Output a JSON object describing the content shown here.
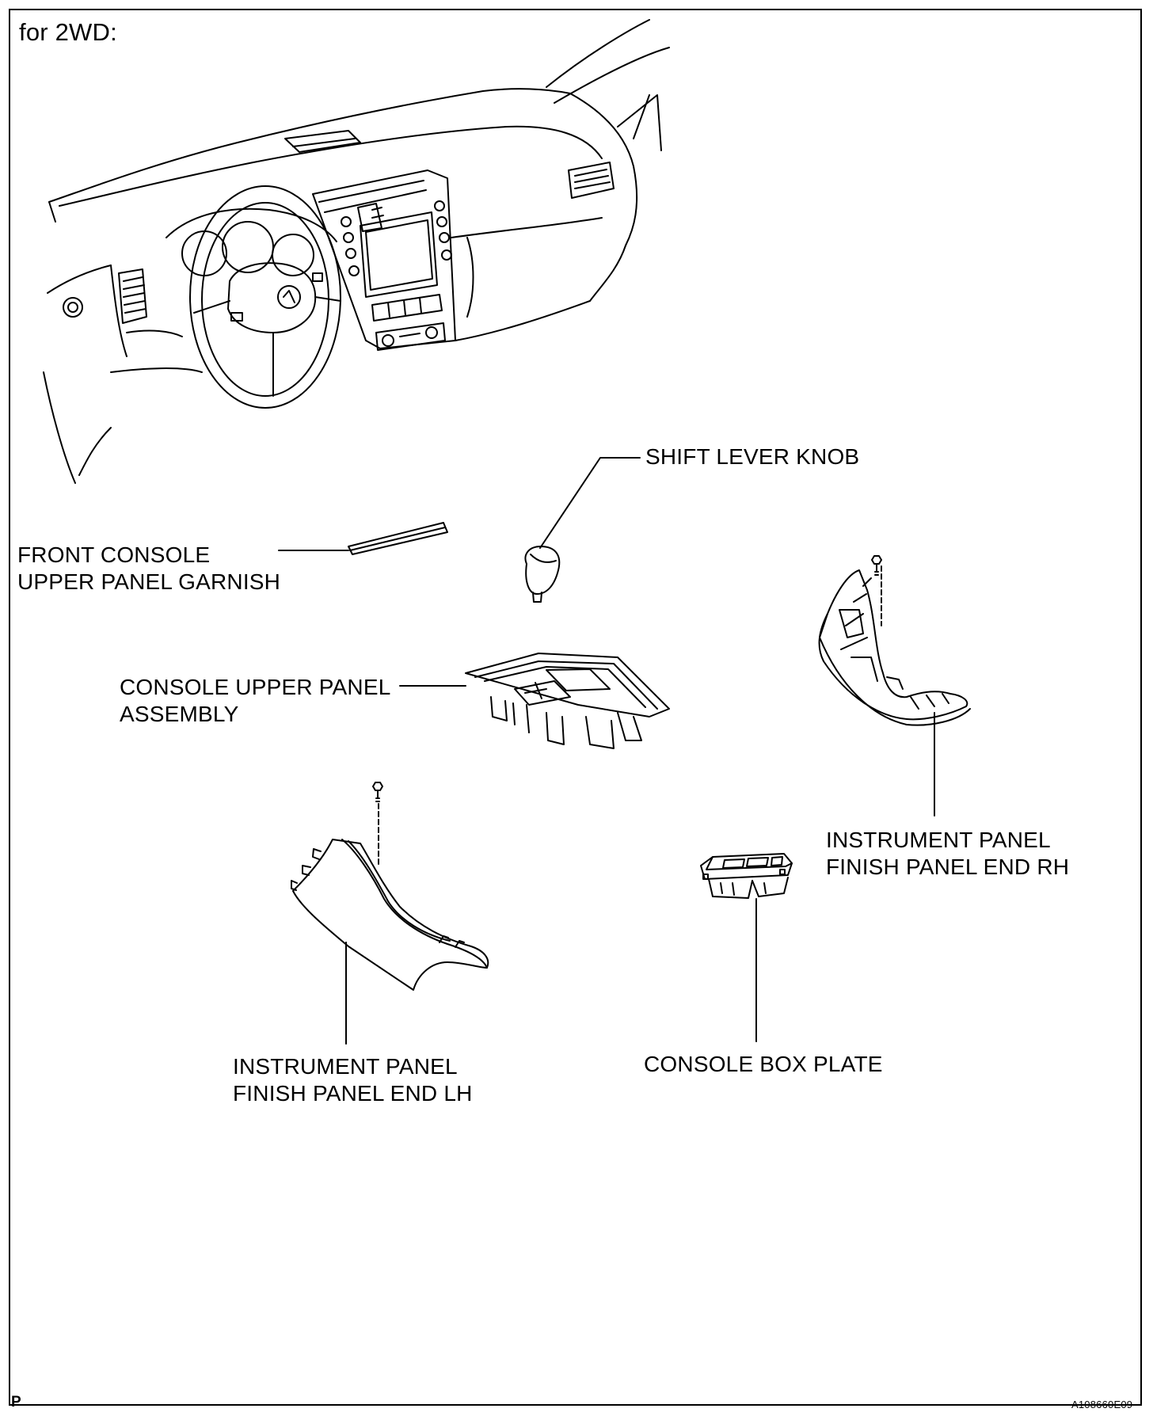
{
  "heading": "for 2WD:",
  "corner_mark": "P",
  "figure_id": "A108660E09",
  "parts": {
    "shift_lever_knob": "SHIFT LEVER KNOB",
    "front_console_garnish": [
      "FRONT CONSOLE",
      "UPPER PANEL GARNISH"
    ],
    "console_upper_panel": [
      "CONSOLE UPPER PANEL",
      "ASSEMBLY"
    ],
    "finish_panel_rh": [
      "INSTRUMENT PANEL",
      "FINISH PANEL END RH"
    ],
    "finish_panel_lh": [
      "INSTRUMENT PANEL",
      "FINISH PANEL END LH"
    ],
    "console_box_plate": "CONSOLE BOX PLATE"
  },
  "colors": {
    "line": "#000000",
    "background": "#ffffff"
  }
}
